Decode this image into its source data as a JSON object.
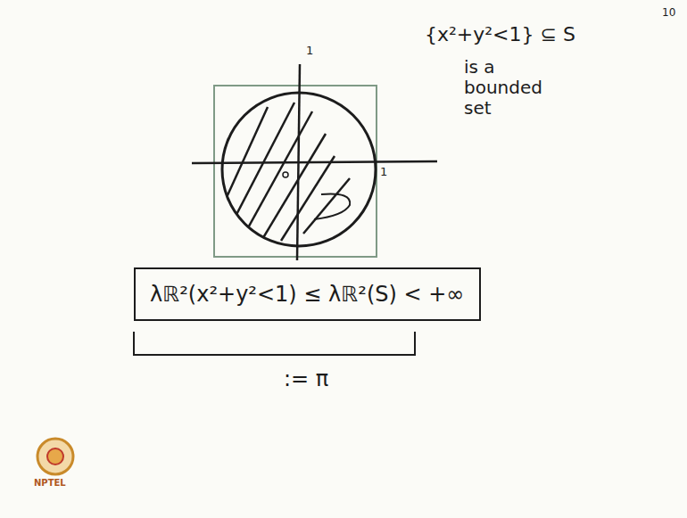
{
  "diagram": {
    "nodes": [
      {
        "text": [
          "λℝ²(x²+y²<1) ≤ λℝ²(S) < +∞"
        ]
      }
    ],
    "labels": [
      "10",
      "1",
      "1",
      "{x²+y²<1} ⊆ S",
      "is a bounded set",
      ":= π",
      "NPTEL"
    ]
  }
}
